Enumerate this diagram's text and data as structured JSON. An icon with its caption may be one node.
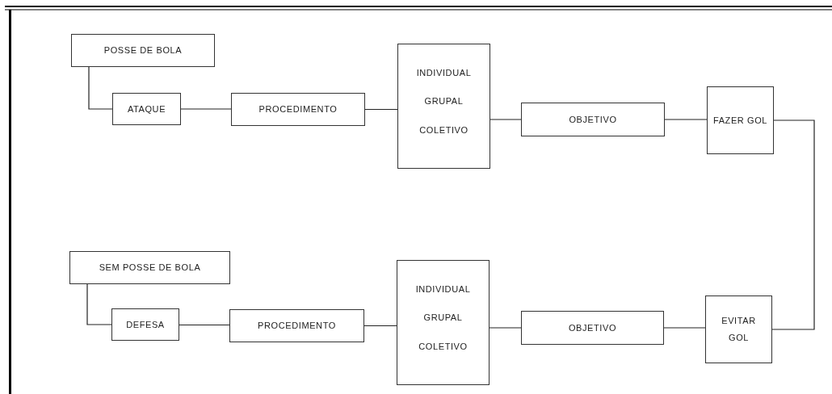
{
  "diagram": {
    "nodes": [
      {
        "text": [
          "POSSE DE BOLA"
        ]
      },
      {
        "text": [
          "ATAQUE"
        ]
      },
      {
        "text": [
          "PROCEDIMENTO"
        ]
      },
      {
        "text": [
          "INDIVIDUAL",
          "GRUPAL",
          "COLETIVO"
        ]
      },
      {
        "text": [
          "OBJETIVO"
        ]
      },
      {
        "text": [
          "FAZER GOL"
        ]
      },
      {
        "text": [
          "SEM POSSE DE BOLA"
        ]
      },
      {
        "text": [
          "DEFESA"
        ]
      },
      {
        "text": [
          "PROCEDIMENTO"
        ]
      },
      {
        "text": [
          "INDIVIDUAL",
          "GRUPAL",
          "COLETIVO"
        ]
      },
      {
        "text": [
          "OBJETIVO"
        ]
      },
      {
        "text": [
          "EVITAR GOL"
        ]
      }
    ],
    "edges": [
      {
        "from": 0,
        "to": 1,
        "arrow": "none"
      },
      {
        "from": 1,
        "to": 2,
        "arrow": "none"
      },
      {
        "from": 2,
        "to": 3,
        "arrow": "none"
      },
      {
        "from": 3,
        "to": 4,
        "arrow": "none"
      },
      {
        "from": 4,
        "to": 5,
        "arrow": "none"
      },
      {
        "from": 5,
        "to": 11,
        "arrow": "none"
      },
      {
        "from": 6,
        "to": 7,
        "arrow": "none"
      },
      {
        "from": 7,
        "to": 8,
        "arrow": "none"
      },
      {
        "from": 8,
        "to": 9,
        "arrow": "none"
      },
      {
        "from": 9,
        "to": 10,
        "arrow": "none"
      },
      {
        "from": 10,
        "to": 11,
        "arrow": "none"
      }
    ]
  }
}
